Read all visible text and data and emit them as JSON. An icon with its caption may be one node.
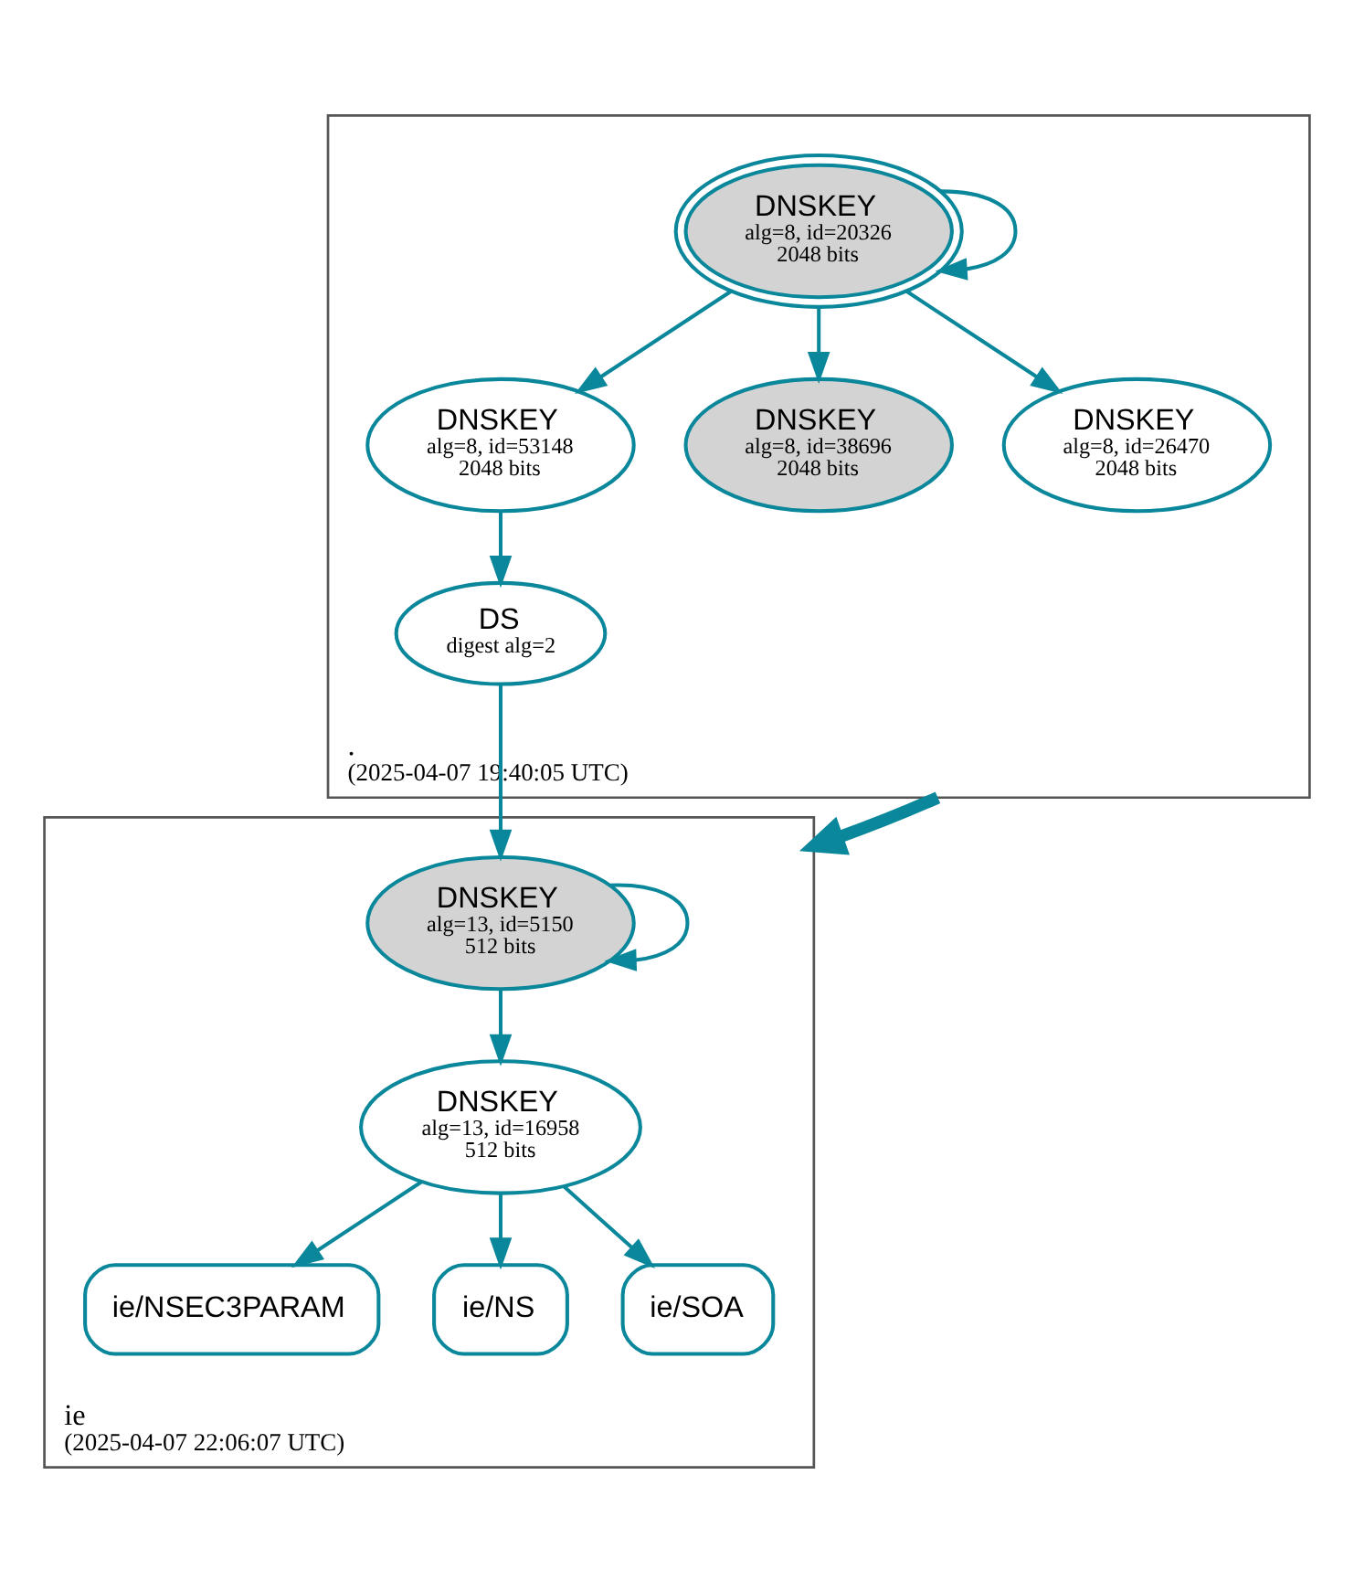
{
  "diagram": {
    "nodes": [
      {
        "text": [
          ".",
          "(2025-04-07 19:40:05 UTC)"
        ]
      },
      {
        "text": [
          "DNSKEY",
          "alg=8, id=20326",
          "2048 bits"
        ],
        "in": 0
      },
      {
        "text": [
          "DNSKEY",
          "alg=8, id=53148",
          "2048 bits"
        ],
        "in": 0
      },
      {
        "text": [
          "DNSKEY",
          "alg=8, id=38696",
          "2048 bits"
        ],
        "in": 0
      },
      {
        "text": [
          "DNSKEY",
          "alg=8, id=26470",
          "2048 bits"
        ],
        "in": 0
      },
      {
        "text": [
          "DS",
          "digest alg=2"
        ],
        "in": 0
      },
      {
        "text": [
          "ie",
          "(2025-04-07 22:06:07 UTC)"
        ]
      },
      {
        "text": [
          "DNSKEY",
          "alg=13, id=5150",
          "512 bits"
        ],
        "in": 6
      },
      {
        "text": [
          "DNSKEY",
          "alg=13, id=16958",
          "512 bits"
        ],
        "in": 6
      },
      {
        "text": [
          "ie/NSEC3PARAM"
        ],
        "in": 6
      },
      {
        "text": [
          "ie/NS"
        ],
        "in": 6
      },
      {
        "text": [
          "ie/SOA"
        ],
        "in": 6
      }
    ],
    "edges": [
      {
        "from": 1,
        "to": 1,
        "arrow": "to"
      },
      {
        "from": 1,
        "to": 2,
        "arrow": "to"
      },
      {
        "from": 1,
        "to": 3,
        "arrow": "to"
      },
      {
        "from": 1,
        "to": 4,
        "arrow": "to"
      },
      {
        "from": 2,
        "to": 5,
        "arrow": "to"
      },
      {
        "from": 5,
        "to": 7,
        "arrow": "to"
      },
      {
        "from": 0,
        "to": 6,
        "arrow": "to",
        "style": "thick"
      },
      {
        "from": 7,
        "to": 7,
        "arrow": "to"
      },
      {
        "from": 7,
        "to": 8,
        "arrow": "to"
      },
      {
        "from": 8,
        "to": 9,
        "arrow": "to"
      },
      {
        "from": 8,
        "to": 10,
        "arrow": "to"
      },
      {
        "from": 8,
        "to": 11,
        "arrow": "to"
      }
    ]
  }
}
